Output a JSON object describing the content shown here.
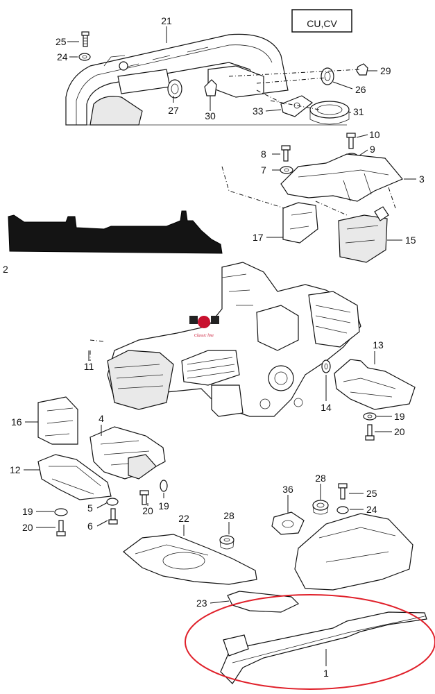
{
  "code_box": "CU,CV",
  "logo_text": "Classic line",
  "callouts": [
    {
      "id": "c21",
      "text": "21"
    },
    {
      "id": "c25a",
      "text": "25"
    },
    {
      "id": "c24a",
      "text": "24"
    },
    {
      "id": "c27",
      "text": "27"
    },
    {
      "id": "c30",
      "text": "30"
    },
    {
      "id": "c33",
      "text": "33"
    },
    {
      "id": "c31",
      "text": "31"
    },
    {
      "id": "c29",
      "text": "29"
    },
    {
      "id": "c26",
      "text": "26"
    },
    {
      "id": "c10",
      "text": "10"
    },
    {
      "id": "c9",
      "text": "9"
    },
    {
      "id": "c8",
      "text": "8"
    },
    {
      "id": "c7",
      "text": "7"
    },
    {
      "id": "c3",
      "text": "3"
    },
    {
      "id": "c17",
      "text": "17"
    },
    {
      "id": "c15",
      "text": "15"
    },
    {
      "id": "c2",
      "text": "2"
    },
    {
      "id": "c11",
      "text": "11"
    },
    {
      "id": "c13",
      "text": "13"
    },
    {
      "id": "c16",
      "text": "16"
    },
    {
      "id": "c4",
      "text": "4"
    },
    {
      "id": "c14",
      "text": "14"
    },
    {
      "id": "c19a",
      "text": "19"
    },
    {
      "id": "c20a",
      "text": "20"
    },
    {
      "id": "c12",
      "text": "12"
    },
    {
      "id": "c5",
      "text": "5"
    },
    {
      "id": "c6",
      "text": "6"
    },
    {
      "id": "c20b",
      "text": "20"
    },
    {
      "id": "c19b",
      "text": "19"
    },
    {
      "id": "c19c",
      "text": "19"
    },
    {
      "id": "c20c",
      "text": "20"
    },
    {
      "id": "c36",
      "text": "36"
    },
    {
      "id": "c28a",
      "text": "28"
    },
    {
      "id": "c25b",
      "text": "25"
    },
    {
      "id": "c24b",
      "text": "24"
    },
    {
      "id": "c22",
      "text": "22"
    },
    {
      "id": "c28b",
      "text": "28"
    },
    {
      "id": "c23",
      "text": "23"
    },
    {
      "id": "c1",
      "text": "1"
    }
  ],
  "highlight_color": "#e0202a",
  "logo_color": "#c8102e"
}
